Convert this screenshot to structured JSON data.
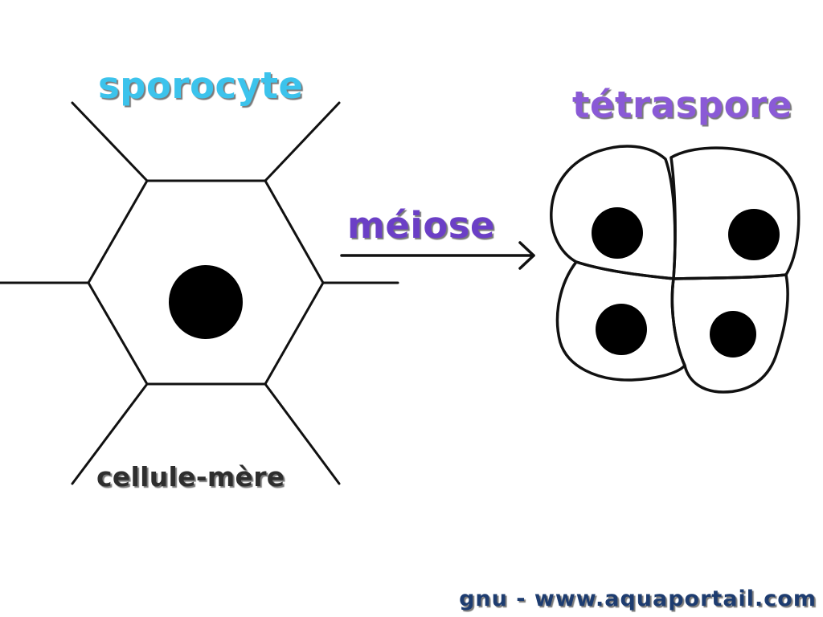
{
  "labels": {
    "sporocyte": "sporocyte",
    "tetraspore": "tétraspore",
    "meiose": "méiose",
    "cellule_mere": "cellule-mère",
    "credit": "gnu - www.aquaportail.com"
  },
  "colors": {
    "sporocyte": "#3cc3ec",
    "tetraspore": "#8a5ad6",
    "meiose": "#6b3fc6",
    "cellule_mere": "#2e2e2e",
    "credit": "#1d3c70",
    "label_shadow": "#7a7a7a",
    "stroke": "#111111",
    "nucleus": "#000000"
  },
  "icons": {
    "arrow": "right-arrow-icon"
  }
}
